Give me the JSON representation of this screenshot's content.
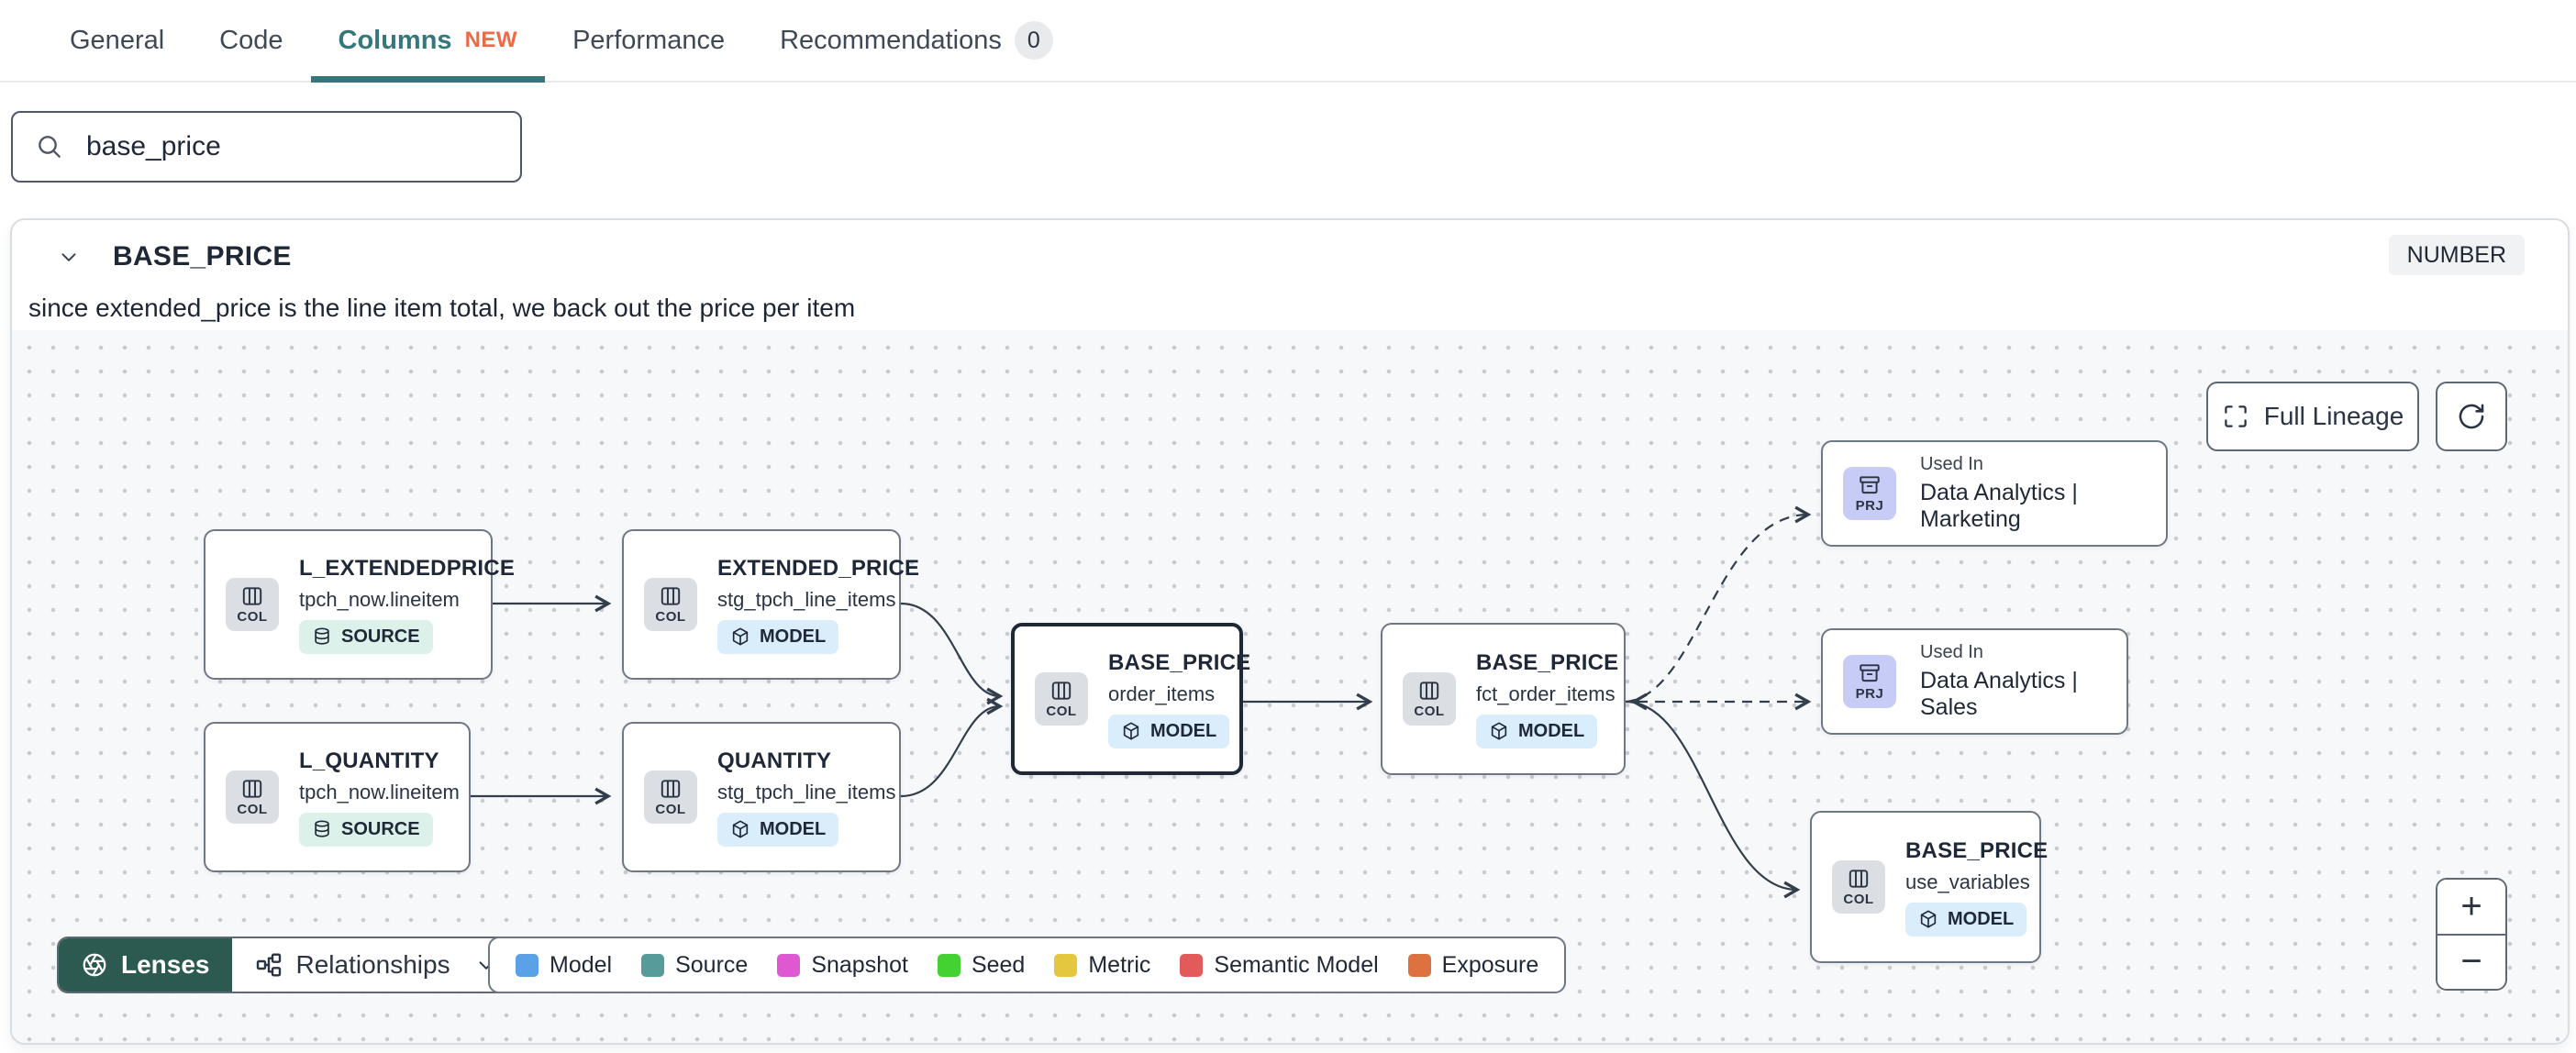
{
  "tabs": {
    "items": [
      {
        "label": "General"
      },
      {
        "label": "Code"
      },
      {
        "label": "Columns",
        "badge": "NEW"
      },
      {
        "label": "Performance"
      },
      {
        "label": "Recommendations",
        "count": "0"
      }
    ]
  },
  "search": {
    "value": "base_price"
  },
  "column_panel": {
    "name": "BASE_PRICE",
    "type_badge": "NUMBER",
    "description": "since extended_price is the line item total, we back out the price per item"
  },
  "lineage": {
    "controls": {
      "full_lineage": "Full Lineage",
      "zoom_in": "+",
      "zoom_out": "−"
    },
    "toolbar": {
      "lenses": "Lenses",
      "relationships": "Relationships"
    },
    "legend": [
      {
        "label": "Model",
        "color": "#5AA1E8"
      },
      {
        "label": "Source",
        "color": "#579B9B"
      },
      {
        "label": "Snapshot",
        "color": "#DF58D2"
      },
      {
        "label": "Seed",
        "color": "#43D231"
      },
      {
        "label": "Metric",
        "color": "#E4C73F"
      },
      {
        "label": "Semantic Model",
        "color": "#E25A5A"
      },
      {
        "label": "Exposure",
        "color": "#DE7140"
      }
    ],
    "nodes": [
      {
        "tile": "COL",
        "title": "L_EXTENDEDPRICE",
        "subtitle": "tpch_now.lineitem",
        "badge": "SOURCE"
      },
      {
        "tile": "COL",
        "title": "EXTENDED_PRICE",
        "subtitle": "stg_tpch_line_items",
        "badge": "MODEL"
      },
      {
        "tile": "COL",
        "title": "L_QUANTITY",
        "subtitle": "tpch_now.lineitem",
        "badge": "SOURCE"
      },
      {
        "tile": "COL",
        "title": "QUANTITY",
        "subtitle": "stg_tpch_line_items",
        "badge": "MODEL"
      },
      {
        "tile": "COL",
        "title": "BASE_PRICE",
        "subtitle": "order_items",
        "badge": "MODEL"
      },
      {
        "tile": "COL",
        "title": "BASE_PRICE",
        "subtitle": "fct_order_items",
        "badge": "MODEL"
      },
      {
        "tile": "PRJ",
        "used_in": "Used In",
        "title": "Data Analytics | Marketing"
      },
      {
        "tile": "PRJ",
        "used_in": "Used In",
        "title": "Data Analytics | Sales"
      },
      {
        "tile": "COL",
        "title": "BASE_PRICE",
        "subtitle": "use_variables",
        "badge": "MODEL"
      }
    ]
  },
  "colors": {
    "accent_teal": "#35787C",
    "new_badge_orange": "#EE6A45",
    "lenses_green": "#2D5A50",
    "selected_node_border": "#1F2837",
    "badge_source_bg": "#DCF1EA",
    "badge_model_bg": "#DAEDFB",
    "prj_tile_bg": "#C7CCF7"
  }
}
